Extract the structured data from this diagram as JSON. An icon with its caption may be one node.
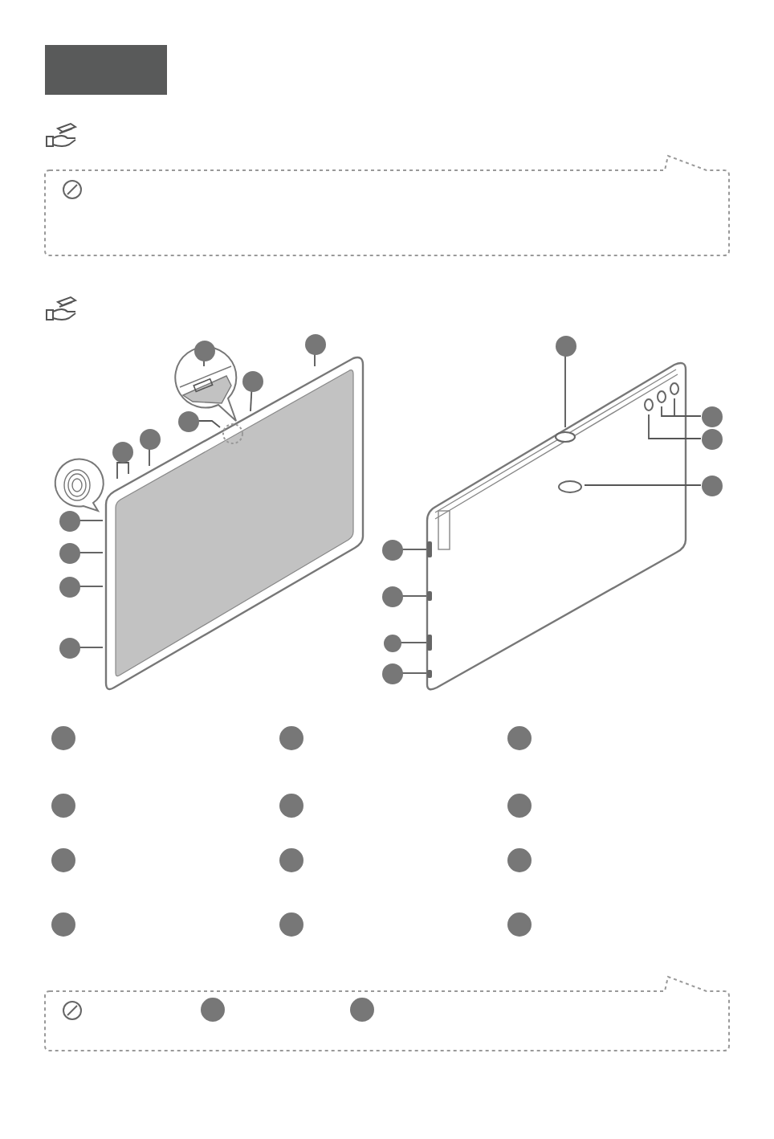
{
  "diagram": {
    "nodes": [
      {
        "text": [],
        "shape": "circle"
      },
      {
        "text": [],
        "shape": "circle"
      },
      {
        "text": [],
        "shape": "circle"
      },
      {
        "text": [],
        "shape": "circle"
      },
      {
        "text": [],
        "shape": "circle"
      },
      {
        "text": [],
        "shape": "circle"
      },
      {
        "text": [],
        "shape": "circle"
      },
      {
        "text": [],
        "shape": "circle"
      },
      {
        "text": [],
        "shape": "circle"
      },
      {
        "text": [],
        "shape": "circle"
      },
      {
        "text": [],
        "shape": "circle"
      },
      {
        "text": [],
        "shape": "circle"
      },
      {
        "text": [],
        "shape": "circle"
      },
      {
        "text": [],
        "shape": "circle"
      },
      {
        "text": [],
        "shape": "circle"
      },
      {
        "text": [],
        "shape": "circle"
      },
      {
        "text": [],
        "shape": "circle"
      },
      {
        "text": [],
        "shape": "circle"
      },
      {
        "text": [],
        "shape": "circle"
      },
      {
        "text": [],
        "shape": "circle"
      },
      {
        "text": [],
        "shape": "circle"
      },
      {
        "text": [],
        "shape": "circle"
      },
      {
        "text": [],
        "shape": "circle"
      },
      {
        "text": [],
        "shape": "circle"
      },
      {
        "text": [],
        "shape": "circle"
      },
      {
        "text": [],
        "shape": "circle"
      },
      {
        "text": [],
        "shape": "circle"
      },
      {
        "text": [],
        "shape": "circle"
      },
      {
        "text": [],
        "shape": "circle"
      },
      {
        "text": [],
        "shape": "circle"
      },
      {
        "text": [],
        "shape": "circle"
      },
      {
        "text": [],
        "shape": "circle"
      },
      {
        "text": [],
        "shape": "bar"
      },
      {
        "text": [],
        "shape": "bar"
      },
      {
        "text": [],
        "shape": "bar"
      },
      {
        "text": [],
        "shape": "bar"
      }
    ],
    "edges": [
      {
        "from": 0,
        "to": null,
        "arrow": "none"
      },
      {
        "from": 1,
        "to": null,
        "arrow": "none"
      },
      {
        "from": 2,
        "to": null,
        "arrow": "none"
      },
      {
        "from": 3,
        "to": null,
        "arrow": "none"
      },
      {
        "from": 4,
        "to": null,
        "arrow": "none"
      },
      {
        "from": 5,
        "to": null,
        "arrow": "none"
      },
      {
        "from": 5,
        "to": null,
        "arrow": "none"
      },
      {
        "from": 6,
        "to": null,
        "arrow": "none"
      },
      {
        "from": 7,
        "to": null,
        "arrow": "none"
      },
      {
        "from": 8,
        "to": null,
        "arrow": "none"
      },
      {
        "from": 9,
        "to": null,
        "arrow": "none"
      },
      {
        "from": 10,
        "to": null,
        "arrow": "none"
      },
      {
        "from": 11,
        "to": null,
        "arrow": "none"
      },
      {
        "from": 11,
        "to": null,
        "arrow": "none"
      },
      {
        "from": 12,
        "to": null,
        "arrow": "none"
      },
      {
        "from": 13,
        "to": null,
        "arrow": "none"
      },
      {
        "from": 14,
        "to": 32,
        "arrow": "none"
      },
      {
        "from": 15,
        "to": 33,
        "arrow": "none"
      },
      {
        "from": 16,
        "to": 34,
        "arrow": "none"
      },
      {
        "from": 17,
        "to": 35,
        "arrow": "none"
      }
    ]
  }
}
